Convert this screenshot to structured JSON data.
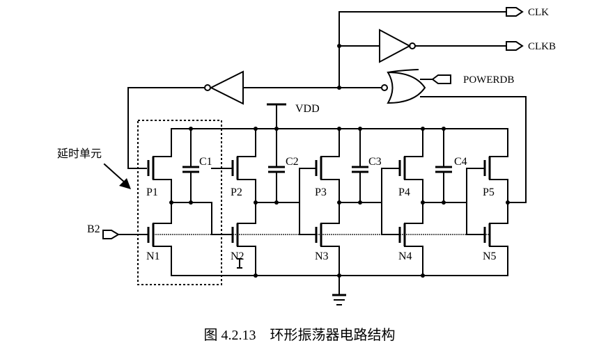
{
  "caption": "图 4.2.13　环形振荡器电路结构",
  "signals": {
    "clk": "CLK",
    "clkb": "CLKB",
    "powerdb": "POWERDB",
    "vdd": "VDD",
    "b2": "B2"
  },
  "delay_unit_label": "延时单元",
  "pmos": [
    "P1",
    "P2",
    "P3",
    "P4",
    "P5"
  ],
  "nmos": [
    "N1",
    "N2",
    "N3",
    "N4",
    "N5"
  ],
  "capacitors": [
    "C1",
    "C2",
    "C3",
    "C4"
  ]
}
